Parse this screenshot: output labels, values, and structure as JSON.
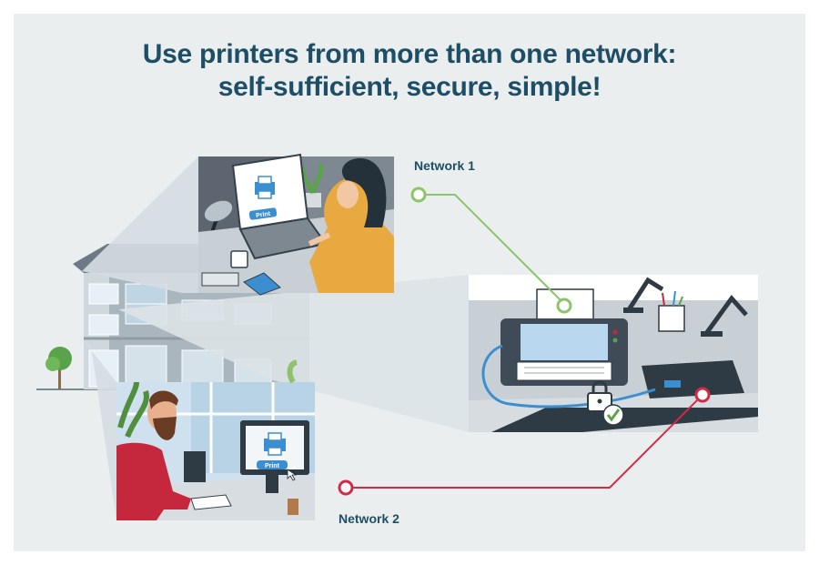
{
  "title": {
    "line1": "Use printers from more than one network:",
    "line2": "self-sufficient, secure, simple!"
  },
  "networks": {
    "network1": {
      "label": "Network 1",
      "color": "#8cc46a"
    },
    "network2": {
      "label": "Network 2",
      "color": "#d42b45"
    }
  },
  "screens": {
    "laptop_print_label": "Print",
    "monitor_print_label": "Print"
  },
  "icons": [
    "printer-icon",
    "lock-icon",
    "checkmark-icon",
    "cursor-icon",
    "network-node-icon"
  ],
  "colors": {
    "title": "#1d4e66",
    "background": "#ebeeef",
    "accent_blue": "#3b8fd1"
  }
}
